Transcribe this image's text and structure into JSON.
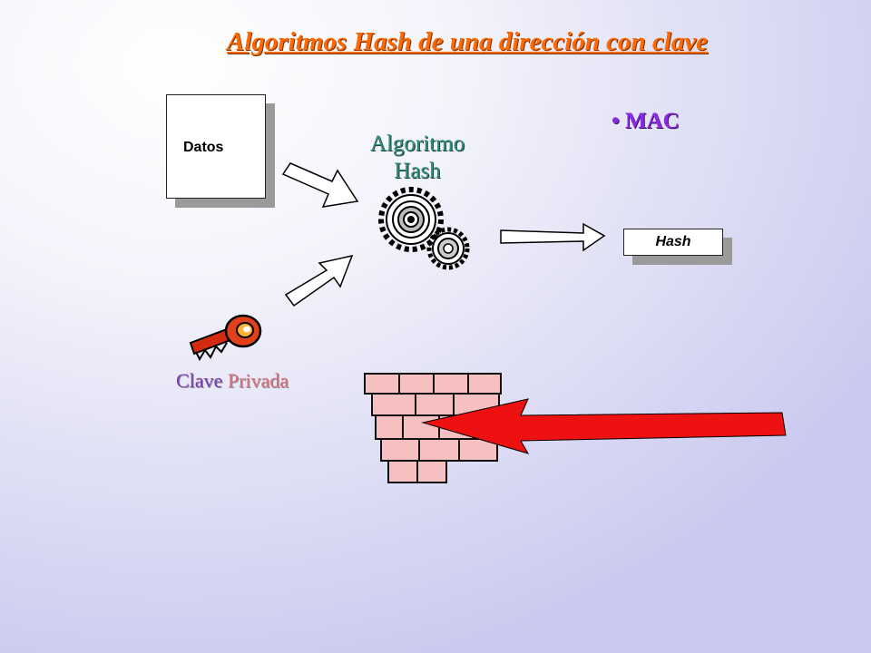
{
  "title": "Algoritmos Hash de una dirección con clave",
  "input_doc_label": "Datos",
  "algorithm_label_line1": "Algoritmo",
  "algorithm_label_line2": "Hash",
  "output_doc_label": "Hash",
  "bullet_label": "MAC",
  "key_label_word1": "Clave",
  "key_label_word2": "Privada",
  "colors": {
    "title": "#ff6a00",
    "algorithm_label": "#2e8f80",
    "bullet": "#8a2be2",
    "key_word1": "#7a3db8",
    "key_word2": "#e07080",
    "attack_arrow": "#ee1111",
    "wall_brick": "#f7c0c0"
  },
  "icons": [
    "gears-icon",
    "key-icon",
    "brick-wall-icon",
    "attack-arrow-icon"
  ]
}
